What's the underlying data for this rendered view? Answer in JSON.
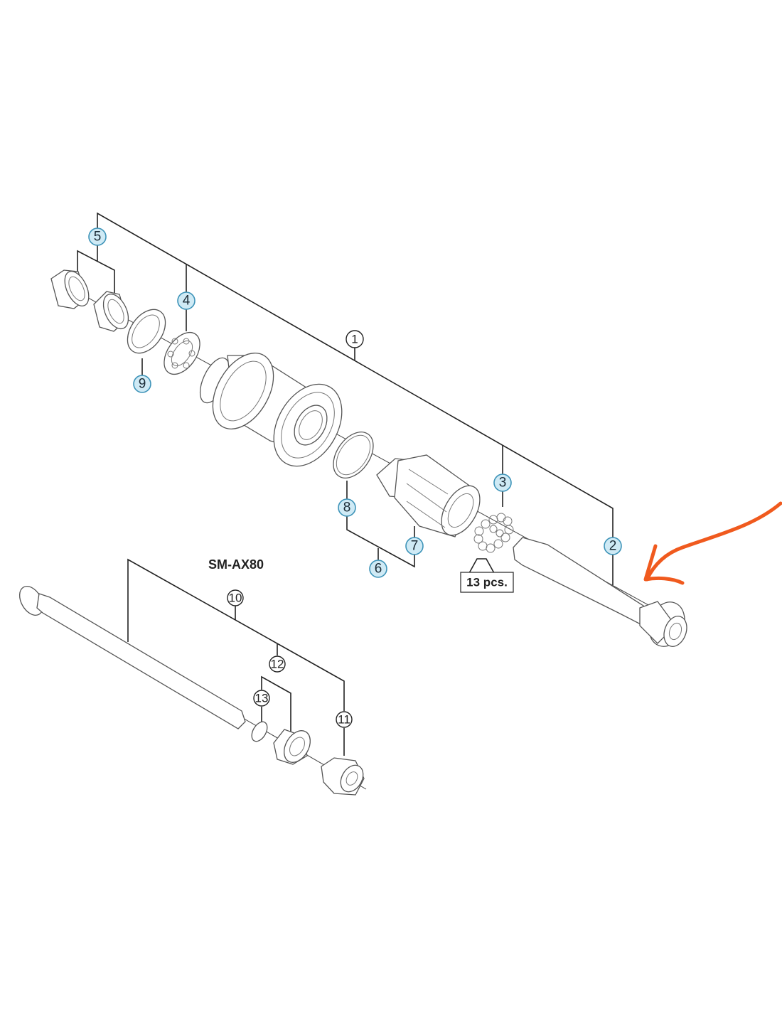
{
  "diagram": {
    "model_label": "SM-AX80",
    "quantity_note": "13 pcs.",
    "callouts": {
      "c1": "1",
      "c2": "2",
      "c3": "3",
      "c4": "4",
      "c5": "5",
      "c6": "6",
      "c7": "7",
      "c8": "8",
      "c9": "9",
      "c10": "10",
      "c11": "11",
      "c12": "12",
      "c13": "13"
    },
    "colors": {
      "callout_fill": "#cfeaf5",
      "callout_stroke": "#3d93b8",
      "annotation_arrow": "#f05a1e"
    }
  }
}
